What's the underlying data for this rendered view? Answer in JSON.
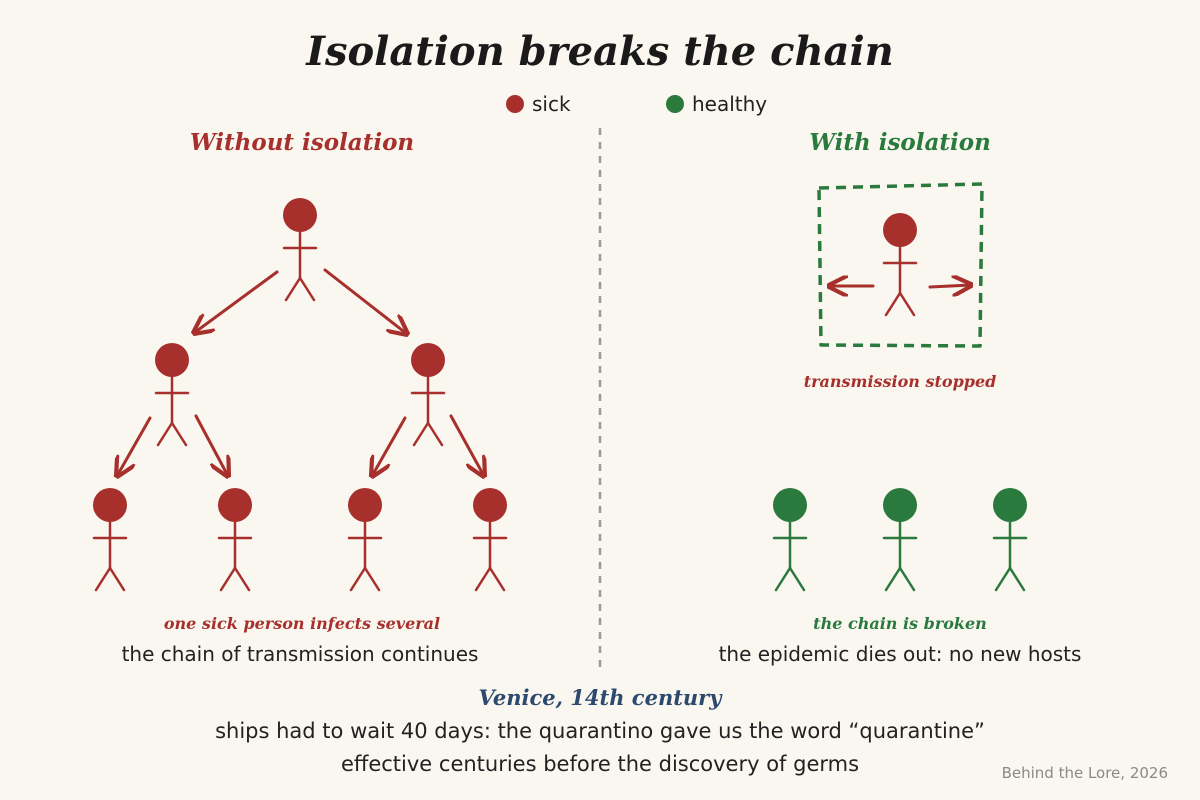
{
  "title": "Isolation breaks the chain",
  "legend": {
    "sick": "sick",
    "healthy": "healthy"
  },
  "colors": {
    "sick": "#a8302c",
    "healthy": "#2a7a3e",
    "venice": "#2d4a6e",
    "divider": "#999999"
  },
  "left": {
    "title": "Without isolation",
    "note": "one sick person infects several",
    "caption": "the chain of transmission continues"
  },
  "right": {
    "title": "With isolation",
    "note": "transmission stopped",
    "note2": "the chain is broken",
    "caption": "the epidemic dies out: no new hosts"
  },
  "footer": {
    "heading": "Venice, 14th century",
    "line1": "ships had to wait 40 days: the quarantino gave us the word “quarantine”",
    "line2": "effective centuries before the discovery of germs"
  },
  "credit": "Behind the Lore, 2026"
}
